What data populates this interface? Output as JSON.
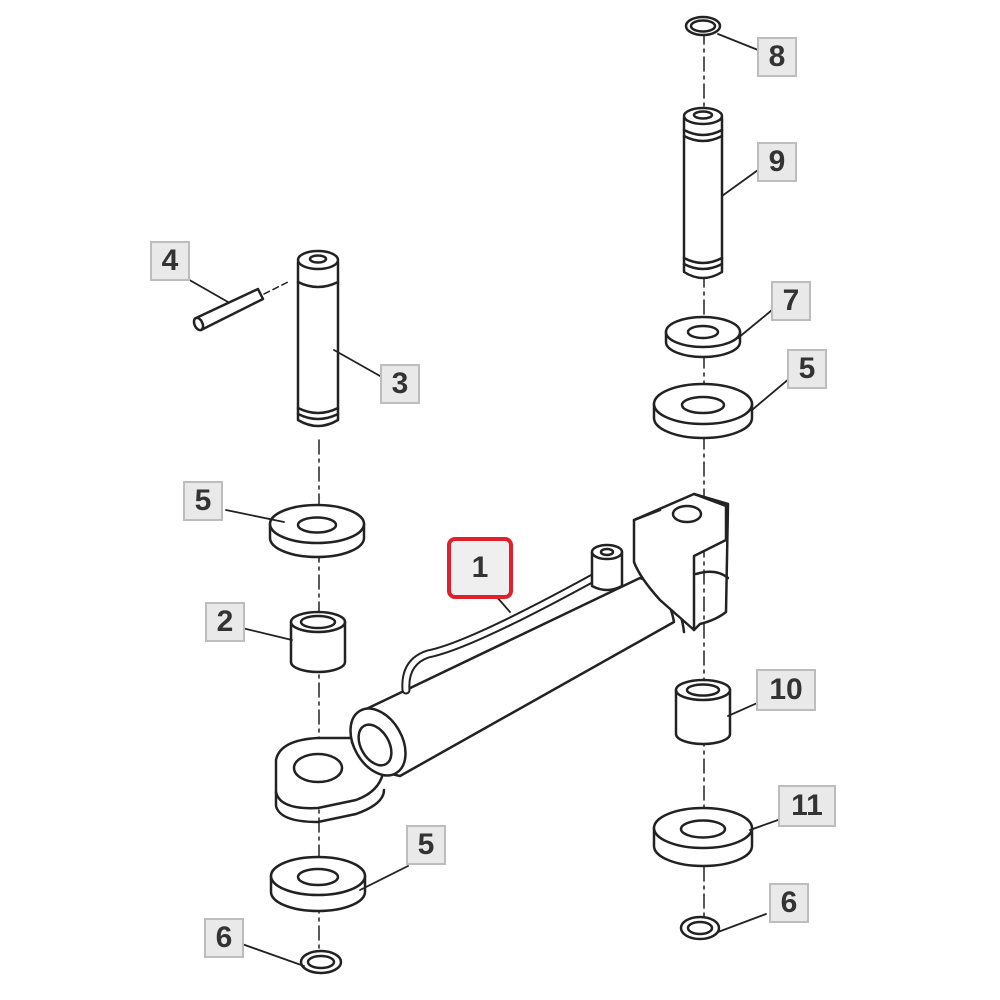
{
  "diagram": {
    "highlight_color": "#e0202a",
    "line_color": "#222222",
    "callouts": [
      {
        "id": "c8",
        "label": "8",
        "part": "snap ring (top)"
      },
      {
        "id": "c9",
        "label": "9",
        "part": "pin (right)"
      },
      {
        "id": "c7",
        "label": "7",
        "part": "washer"
      },
      {
        "id": "c5a",
        "label": "5",
        "part": "washer (right)"
      },
      {
        "id": "c4",
        "label": "4",
        "part": "roll pin"
      },
      {
        "id": "c3",
        "label": "3",
        "part": "pin (left)"
      },
      {
        "id": "c5b",
        "label": "5",
        "part": "washer (left top)"
      },
      {
        "id": "c2",
        "label": "2",
        "part": "bushing"
      },
      {
        "id": "c1",
        "label": "1",
        "part": "hydraulic cylinder",
        "highlighted": true
      },
      {
        "id": "c10",
        "label": "10",
        "part": "bushing (right)"
      },
      {
        "id": "c11",
        "label": "11",
        "part": "washer (right bottom)"
      },
      {
        "id": "c5c",
        "label": "5",
        "part": "washer (left bottom)"
      },
      {
        "id": "c6a",
        "label": "6",
        "part": "snap ring (left)"
      },
      {
        "id": "c6b",
        "label": "6",
        "part": "snap ring (right)"
      }
    ]
  }
}
